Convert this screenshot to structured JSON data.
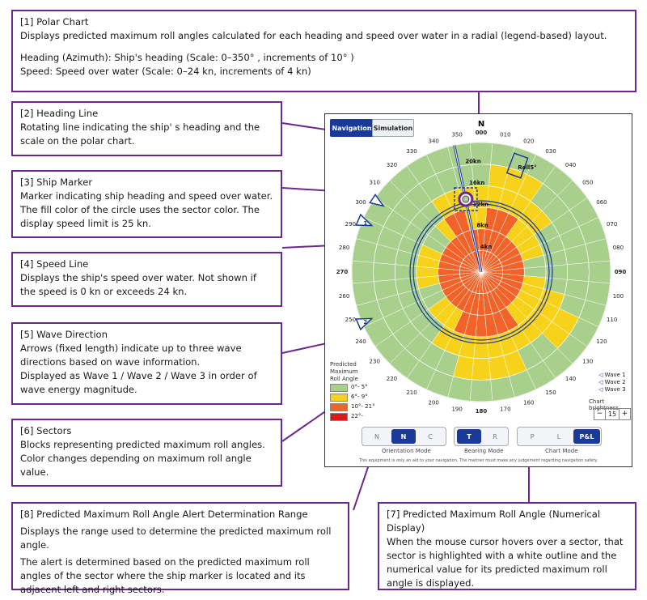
{
  "callouts": {
    "c1": {
      "title": "[1] Polar Chart",
      "desc": "Displays predicted maximum roll angles calculated for each heading and speed over water in a radial (legend-based) layout.",
      "line3": "Heading (Azimuth): Ship's heading (Scale: 0–350° , increments of 10° )",
      "line4": "Speed: Speed over water (Scale: 0–24 kn, increments of 4 kn)"
    },
    "c2": {
      "title": "[2] Heading Line",
      "desc": "Rotating line indicating the ship' s heading and the scale on the polar chart."
    },
    "c3": {
      "title": "[3] Ship Marker",
      "desc": "Marker indicating ship heading and speed over water. The fill color of the circle uses the sector color. The display speed limit is 25 kn."
    },
    "c4": {
      "title": "[4] Speed Line",
      "desc": "Displays the ship's speed over water. Not shown if the speed is 0 kn or exceeds 24 kn."
    },
    "c5": {
      "title": "[5] Wave Direction",
      "desc": "Arrows (fixed length) indicate up to three wave directions based on wave information.",
      "desc2": "Displayed as Wave 1 / Wave 2 / Wave 3 in order of wave energy magnitude."
    },
    "c6": {
      "title": "[6] Sectors",
      "desc": "Blocks representing predicted maximum roll angles. Color changes depending on maximum roll angle value."
    },
    "c7": {
      "title": "[7] Predicted Maximum Roll Angle (Numerical Display)",
      "desc": "When the mouse cursor hovers over a sector, that sector is highlighted with a white outline and the numerical value for its predicted maximum roll angle is displayed."
    },
    "c8": {
      "title": "[8] Predicted Maximum Roll Angle Alert Determination Range",
      "desc": "Displays the range used to determine the predicted maximum roll angle.",
      "desc2": "The alert is determined based on the predicted maximum roll angles of the sector where the ship marker is located and its adjacent left and right sectors."
    }
  },
  "screen": {
    "tabs": [
      "Navigation",
      "Simulation"
    ],
    "north": "N",
    "hover_value": "Roll5°",
    "speed_labels": [
      "20kn",
      "16kn",
      "12kn",
      "8kn",
      "4kn"
    ],
    "legend": {
      "title": "Predicted Maximum Roll Angle",
      "items": [
        {
          "label": "0°- 5°",
          "color": "#a9cf8c"
        },
        {
          "label": "6°- 9°",
          "color": "#f7d21b"
        },
        {
          "label": "10°- 21°",
          "color": "#f2632a"
        },
        {
          "label": "22°-",
          "color": "#e11717"
        }
      ]
    },
    "waves": [
      "Wave 1",
      "Wave 2",
      "Wave 3"
    ],
    "wave_marks": [
      "1",
      "2"
    ],
    "brightness": {
      "label": "Chart brightness",
      "minus": "−",
      "value": "15",
      "plus": "+"
    },
    "orientation": {
      "label": "Orientation Mode",
      "buttons": [
        "N",
        "N",
        "C"
      ]
    },
    "bearing": {
      "label": "Bearing Mode",
      "buttons": [
        "T",
        "R"
      ]
    },
    "chartmode": {
      "label": "Chart Mode",
      "buttons": [
        "P",
        "L",
        "P&L"
      ]
    },
    "disclaimer": "This equipment is only an aid to your navigation. The mariner must make any judgement regarding navigation safety."
  }
}
